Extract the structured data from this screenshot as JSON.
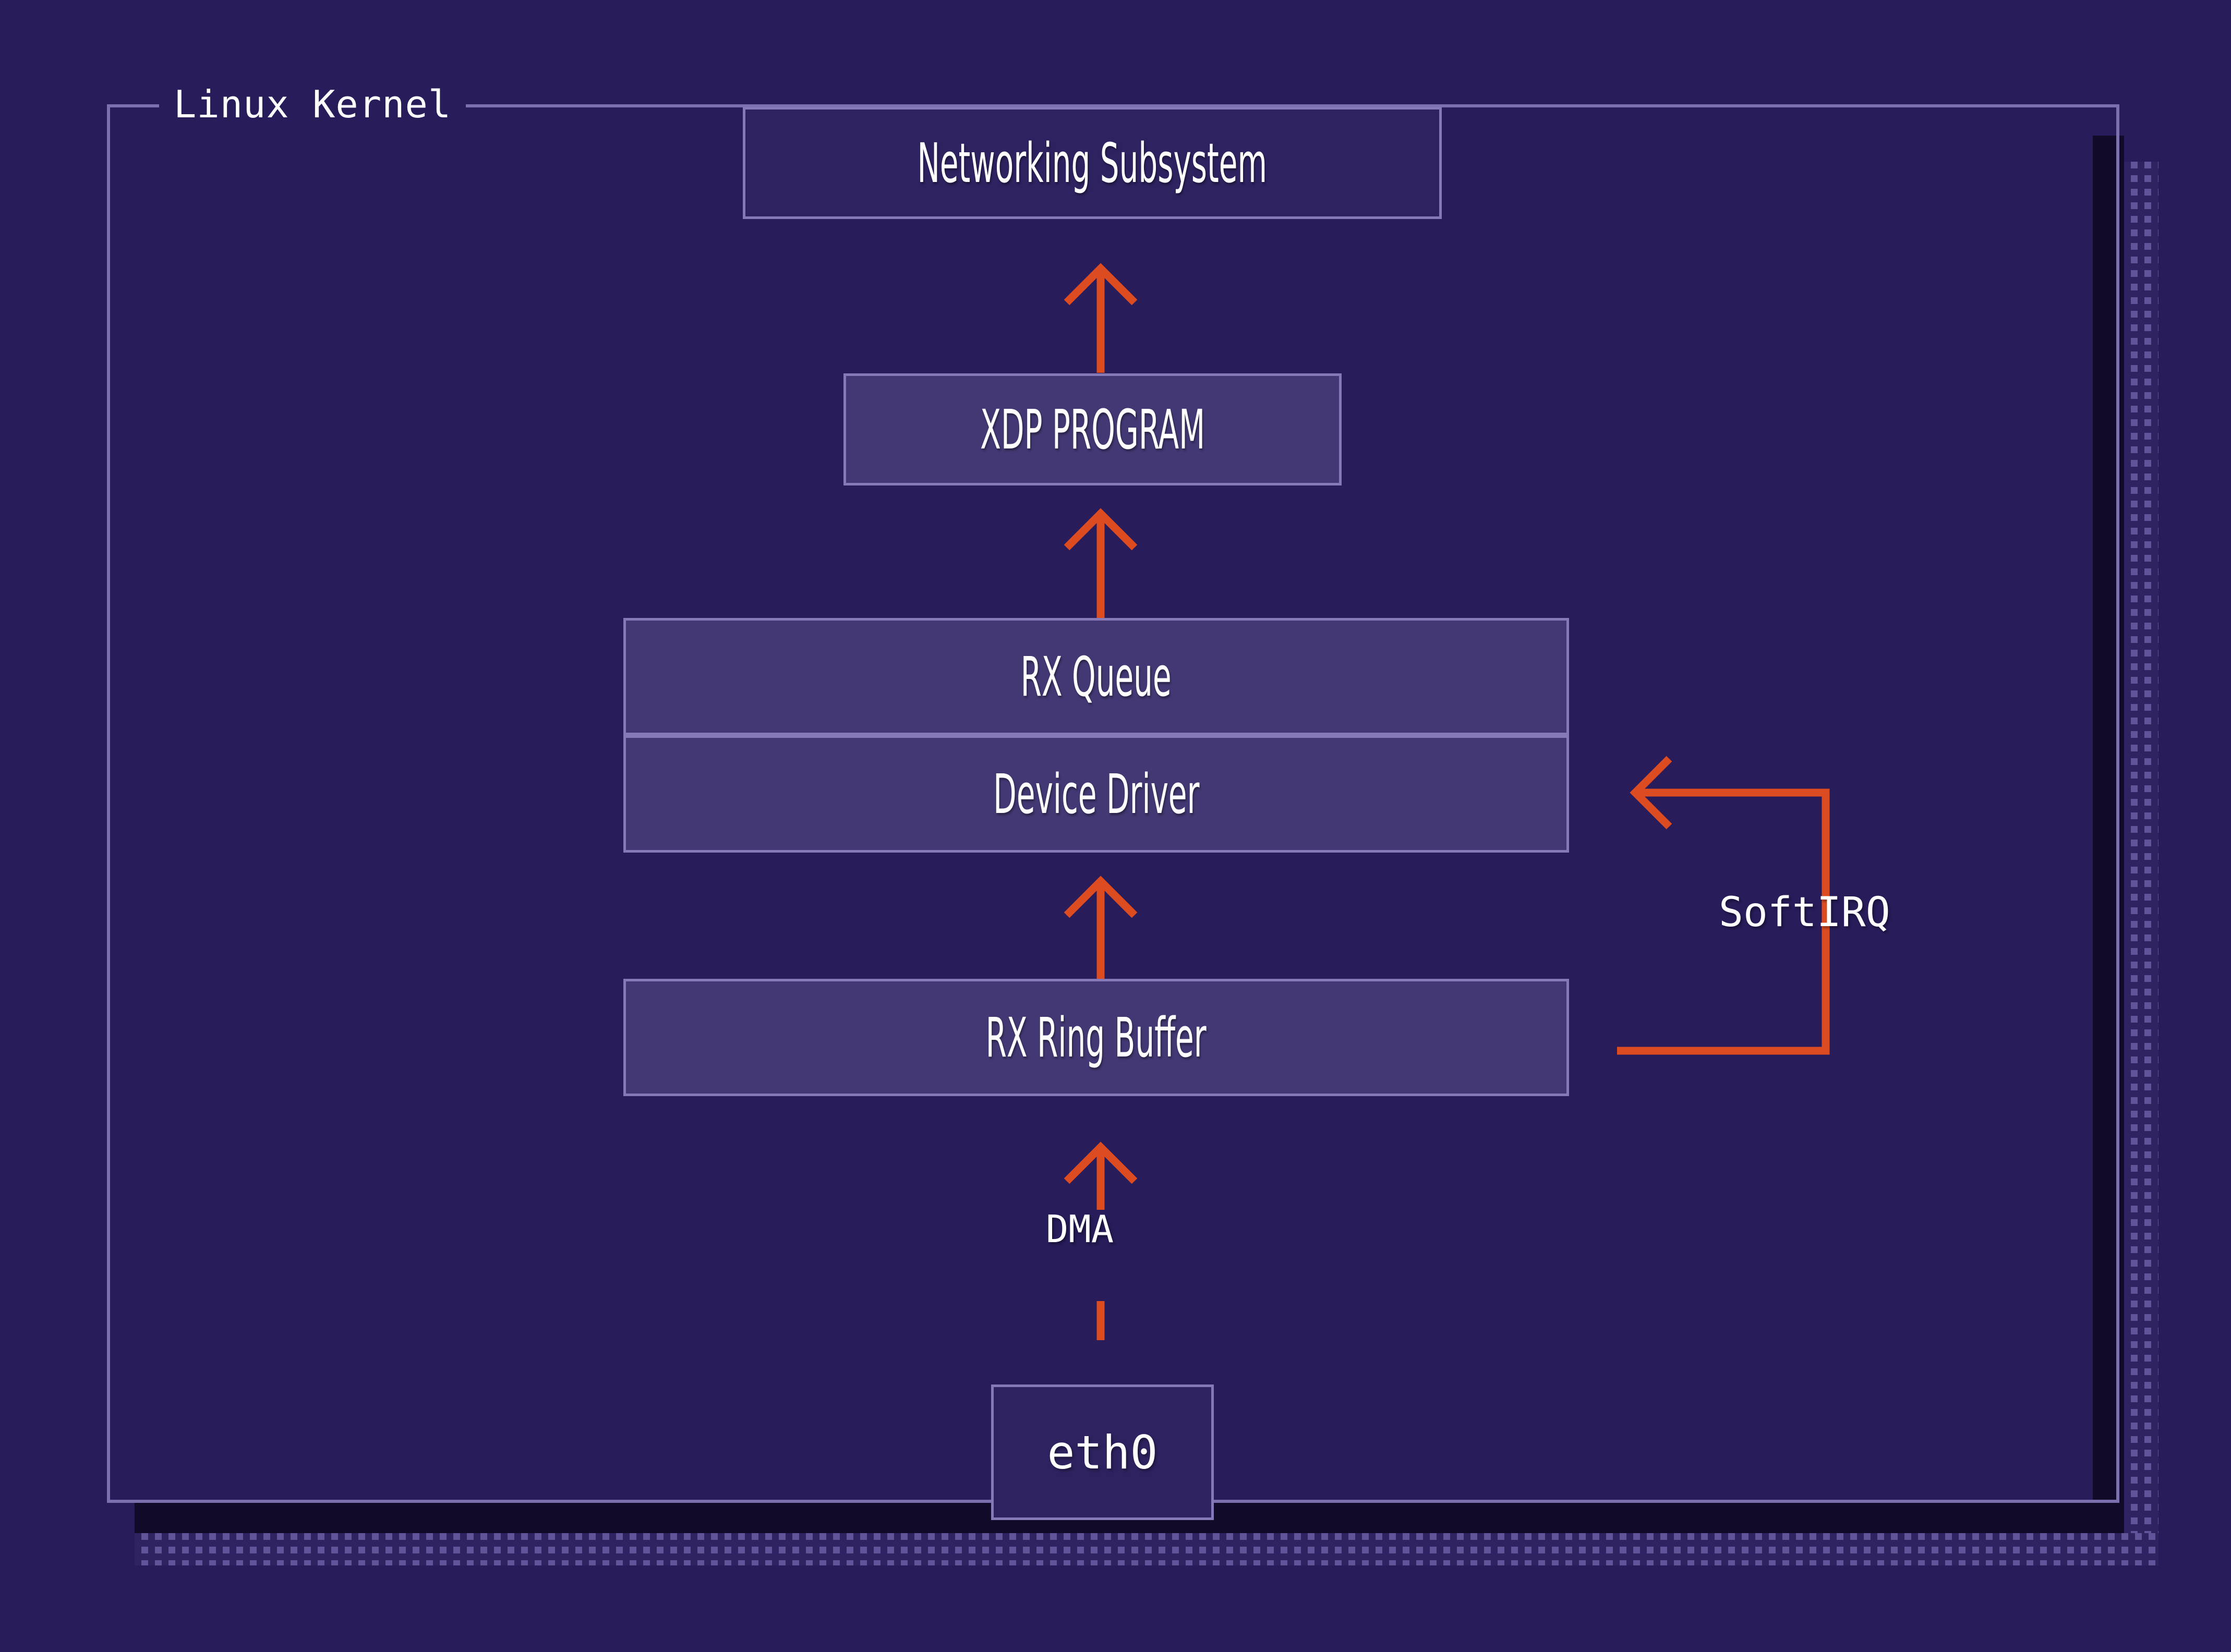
{
  "diagram": {
    "title": "Linux Kernel XDP packet receive path",
    "type": "block-flow",
    "colors": {
      "background": "#281c5a",
      "frame_border": "#7d6fb0",
      "box_fill_solid": "#433873",
      "box_fill_outline": "#2f2260",
      "box_border": "#8579b8",
      "arrow": "#dd4b21",
      "text": "#ffffff",
      "shadow_dark": "#120a28",
      "shadow_dots": "#61549a"
    }
  },
  "frame": {
    "label": "Linux Kernel"
  },
  "nodes": [
    {
      "id": "netsubsys",
      "label": "Networking Subsystem",
      "style": "outline"
    },
    {
      "id": "xdp",
      "label": "XDP PROGRAM",
      "style": "solid"
    },
    {
      "id": "rxqueue",
      "label": "RX Queue",
      "style": "solid"
    },
    {
      "id": "driver",
      "label": "Device Driver",
      "style": "solid"
    },
    {
      "id": "ringbuf",
      "label": "RX Ring Buffer",
      "style": "solid"
    },
    {
      "id": "eth0",
      "label": "eth0",
      "style": "outline"
    }
  ],
  "edges": [
    {
      "id": "e1",
      "from": "xdp",
      "to": "netsubsys",
      "label": "",
      "direction": "up"
    },
    {
      "id": "e2",
      "from": "rxqueue",
      "to": "xdp",
      "label": "",
      "direction": "up"
    },
    {
      "id": "e3",
      "from": "ringbuf",
      "to": "driver",
      "label": "",
      "direction": "up"
    },
    {
      "id": "e4",
      "from": "eth0",
      "to": "ringbuf",
      "label": "DMA",
      "direction": "up"
    },
    {
      "id": "e5",
      "from": "ringbuf",
      "to": "driver",
      "label": "SoftIRQ",
      "direction": "loop-right"
    }
  ],
  "labels": {
    "softirq": "SoftIRQ",
    "dma": "DMA"
  }
}
